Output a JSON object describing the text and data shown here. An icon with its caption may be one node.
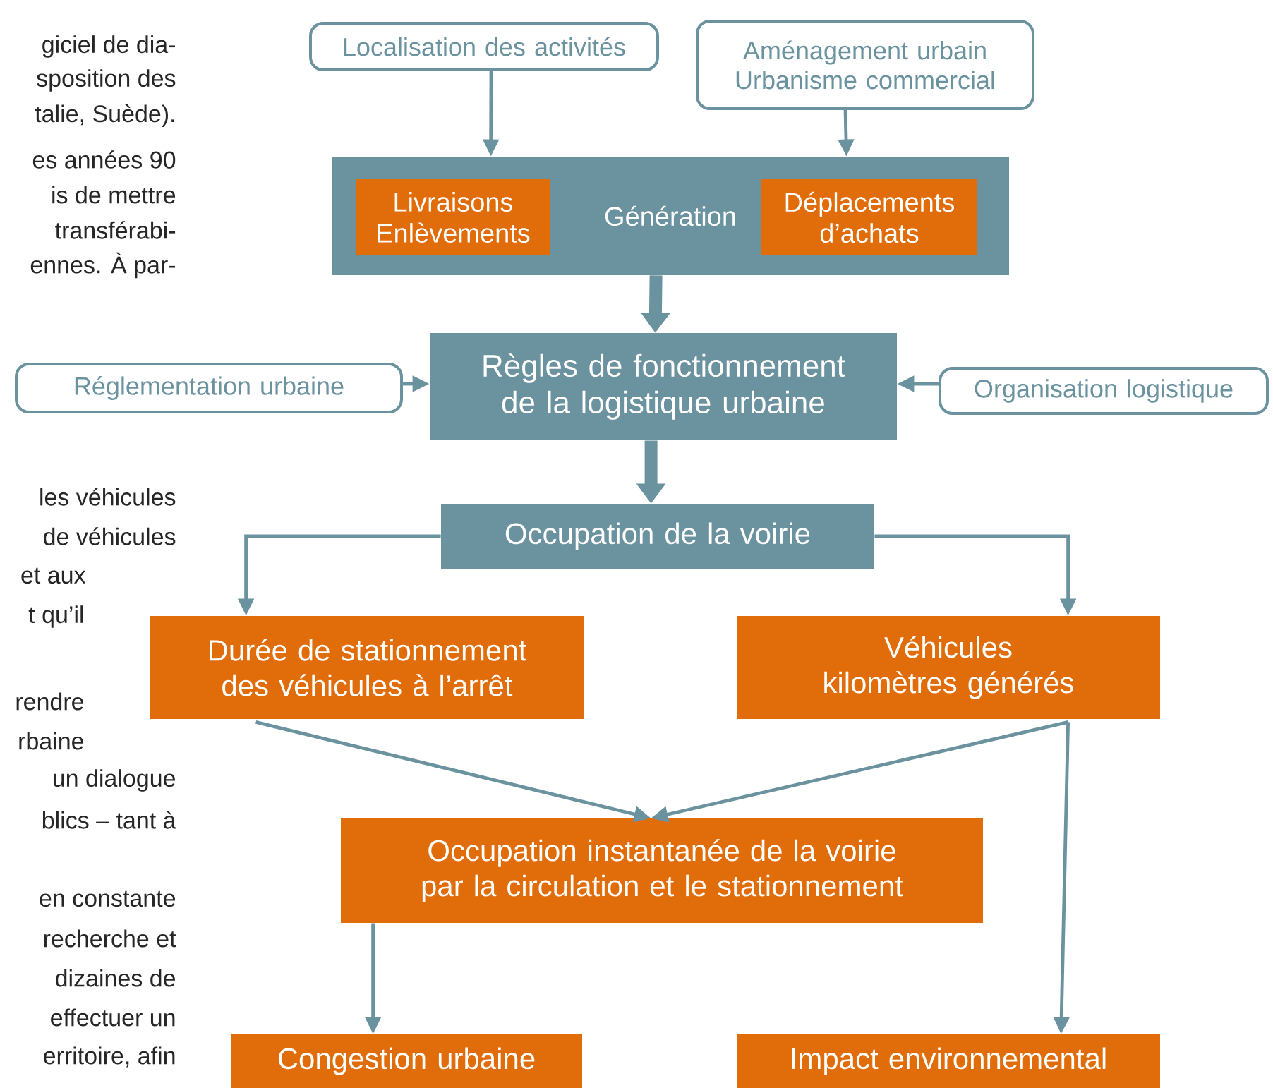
{
  "diagram": {
    "nodes": [
      {
        "text": [
          "Localisation des activités"
        ]
      },
      {
        "text": [
          "Aménagement urbain Urbanisme commercial"
        ]
      },
      {
        "text": [
          "Génération"
        ]
      },
      {
        "text": [
          "Livraisons Enlèvements"
        ],
        "in": 2
      },
      {
        "text": [
          "Déplacements d’achats"
        ],
        "in": 2
      },
      {
        "text": [
          "Réglementation urbaine"
        ]
      },
      {
        "text": [
          "Règles de fonctionnement de la logistique urbaine"
        ]
      },
      {
        "text": [
          "Organisation logistique"
        ]
      },
      {
        "text": [
          "Occupation de la voirie"
        ]
      },
      {
        "text": [
          "Durée de stationnement des véhicules à l’arrêt"
        ]
      },
      {
        "text": [
          "Véhicules kilomètres générés"
        ]
      },
      {
        "text": [
          "Occupation instantanée de la voirie par la circulation et le stationnement"
        ]
      },
      {
        "text": [
          "Congestion urbaine"
        ]
      },
      {
        "text": [
          "Impact environnemental"
        ]
      }
    ],
    "edges": [
      {
        "from": 0,
        "to": 2,
        "arrow": "to"
      },
      {
        "from": 1,
        "to": 2,
        "arrow": "to"
      },
      {
        "from": 2,
        "to": 6,
        "arrow": "to",
        "style": "thick"
      },
      {
        "from": 5,
        "to": 6,
        "arrow": "to"
      },
      {
        "from": 7,
        "to": 6,
        "arrow": "to"
      },
      {
        "from": 6,
        "to": 8,
        "arrow": "to",
        "style": "thick"
      },
      {
        "from": 8,
        "to": 9,
        "arrow": "to"
      },
      {
        "from": 8,
        "to": 10,
        "arrow": "to"
      },
      {
        "from": 9,
        "to": 11,
        "arrow": "to"
      },
      {
        "from": 10,
        "to": 11,
        "arrow": "to"
      },
      {
        "from": 11,
        "to": 12,
        "arrow": "to"
      },
      {
        "from": 10,
        "to": 13,
        "arrow": "to"
      }
    ],
    "labels": [
      "giciel de dia-",
      "sposition des",
      "talie, Suède).",
      "es années 90",
      "is de mettre",
      "transférabi-",
      "ennes. À par-",
      "les véhicules",
      "de véhicules",
      "et aux",
      "t qu’il",
      "rendre",
      "rbaine",
      "un dialogue",
      "blics – tant à",
      "en constante",
      "recherche et",
      "dizaines de",
      "effectuer un",
      "erritoire, afin"
    ]
  }
}
